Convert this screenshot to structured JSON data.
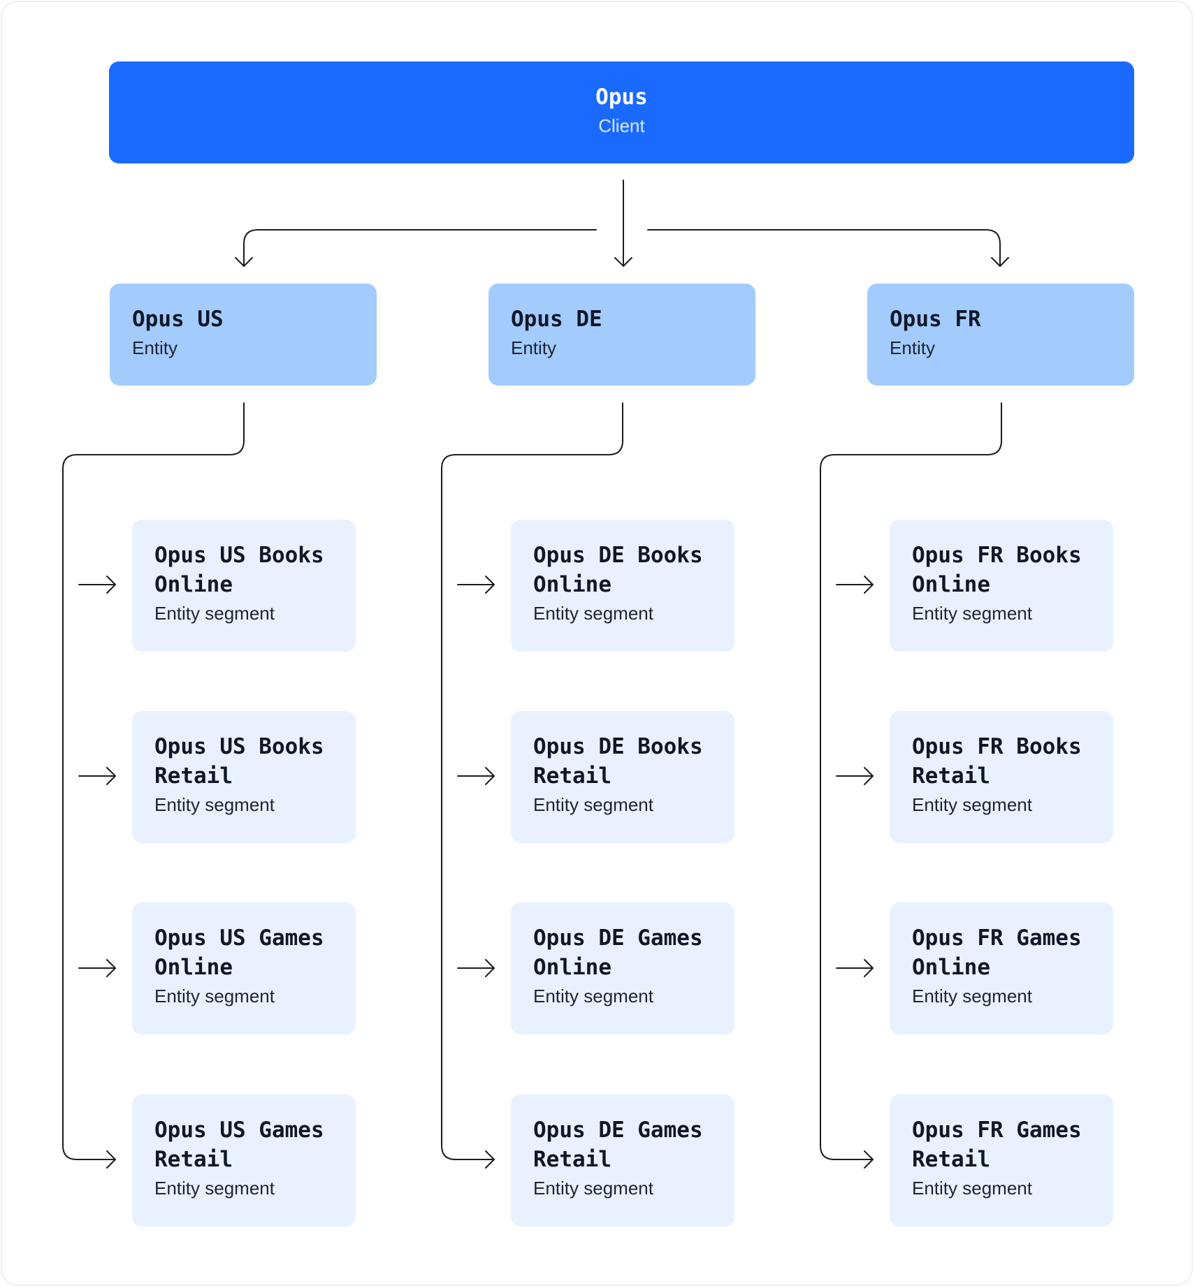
{
  "client": {
    "title": "Opus",
    "subtitle": "Client"
  },
  "entities": [
    {
      "title": "Opus US",
      "subtitle": "Entity",
      "segments": [
        {
          "title": "Opus US Books Online",
          "subtitle": "Entity segment"
        },
        {
          "title": "Opus US Books Retail",
          "subtitle": "Entity segment"
        },
        {
          "title": "Opus US Games Online",
          "subtitle": "Entity segment"
        },
        {
          "title": "Opus US Games Retail",
          "subtitle": "Entity segment"
        }
      ]
    },
    {
      "title": "Opus DE",
      "subtitle": "Entity",
      "segments": [
        {
          "title": "Opus DE Books Online",
          "subtitle": "Entity segment"
        },
        {
          "title": "Opus DE Books Retail",
          "subtitle": "Entity segment"
        },
        {
          "title": "Opus DE Games Online",
          "subtitle": "Entity segment"
        },
        {
          "title": "Opus DE Games Retail",
          "subtitle": "Entity segment"
        }
      ]
    },
    {
      "title": "Opus FR",
      "subtitle": "Entity",
      "segments": [
        {
          "title": "Opus FR Books Online",
          "subtitle": "Entity segment"
        },
        {
          "title": "Opus FR Books Retail",
          "subtitle": "Entity segment"
        },
        {
          "title": "Opus FR Games Online",
          "subtitle": "Entity segment"
        },
        {
          "title": "Opus FR Games Retail",
          "subtitle": "Entity segment"
        }
      ]
    }
  ],
  "colors": {
    "client": "#1a6aff",
    "entity": "#a3cbfc",
    "segment": "#e9f1fe",
    "connector": "#1c1c1c"
  }
}
